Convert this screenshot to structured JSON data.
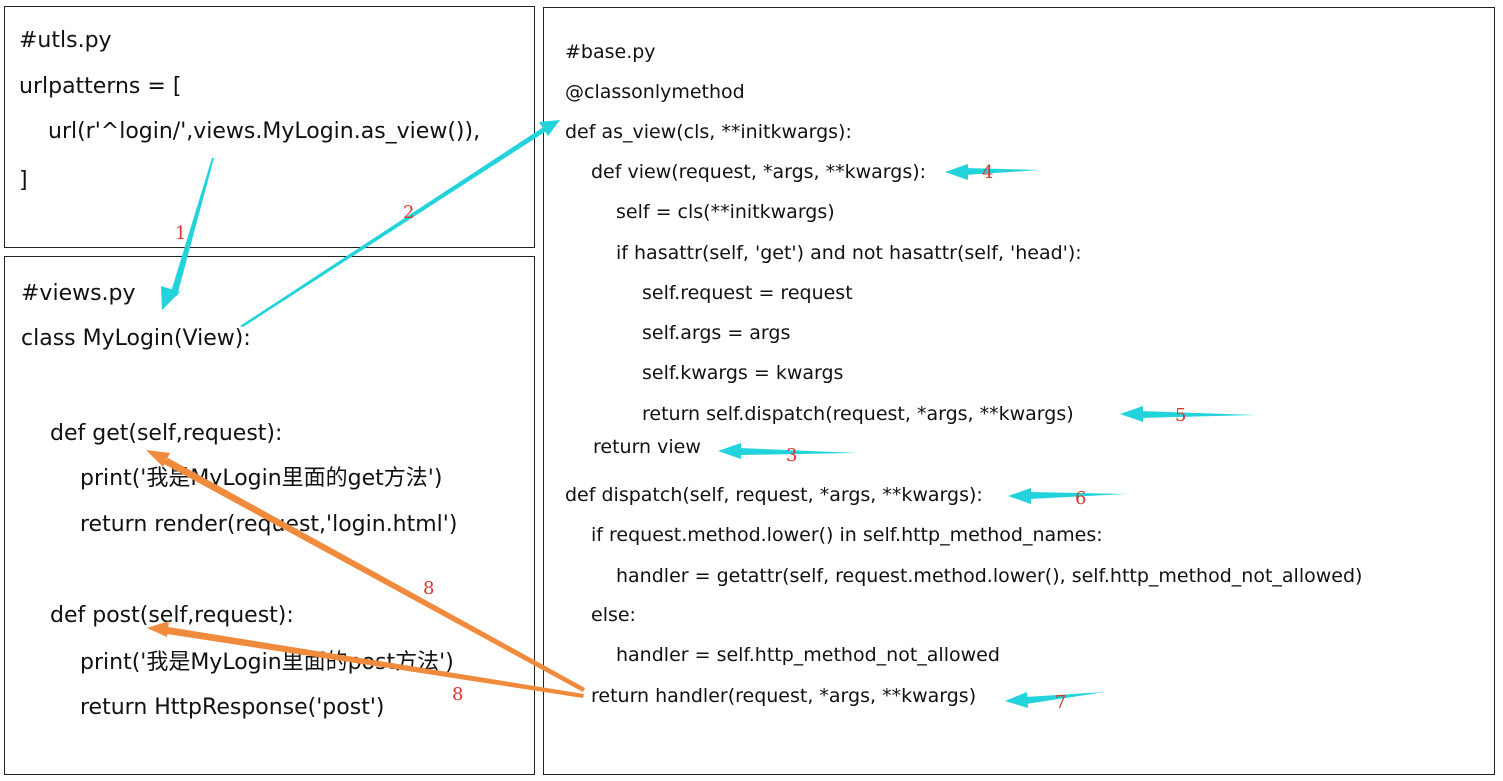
{
  "colors": {
    "cyan_arrow": "#22d3dc",
    "orange_arrow": "#f08a3c",
    "step_number": "#d9342b",
    "border": "#222222"
  },
  "urls_box": {
    "lines": [
      "#utls.py",
      "urlpatterns = [",
      "url(r'^login/',views.MyLogin.as_view()),",
      "]"
    ]
  },
  "views_box": {
    "lines": [
      "#views.py",
      "class MyLogin(View):",
      "def get(self,request):",
      "print('我是MyLogin里面的get方法')",
      "return render(request,'login.html')",
      "def post(self,request):",
      "print('我是MyLogin里面的post方法')",
      "return HttpResponse('post')"
    ]
  },
  "base_box": {
    "lines": [
      "#base.py",
      "@classonlymethod",
      "def as_view(cls, **initkwargs):",
      "def view(request, *args, **kwargs):",
      "self = cls(**initkwargs)",
      "if hasattr(self, 'get') and not hasattr(self, 'head'):",
      "self.request = request",
      "self.args = args",
      "self.kwargs = kwargs",
      "return self.dispatch(request, *args, **kwargs)",
      "return view",
      "def dispatch(self, request, *args, **kwargs):",
      "if request.method.lower() in self.http_method_names:",
      "handler = getattr(self, request.method.lower(), self.http_method_not_allowed)",
      "else:",
      "handler = self.http_method_not_allowed",
      "return handler(request, *args, **kwargs)"
    ]
  },
  "step_labels": [
    "1",
    "2",
    "3",
    "4",
    "5",
    "6",
    "7",
    "8",
    "8"
  ]
}
